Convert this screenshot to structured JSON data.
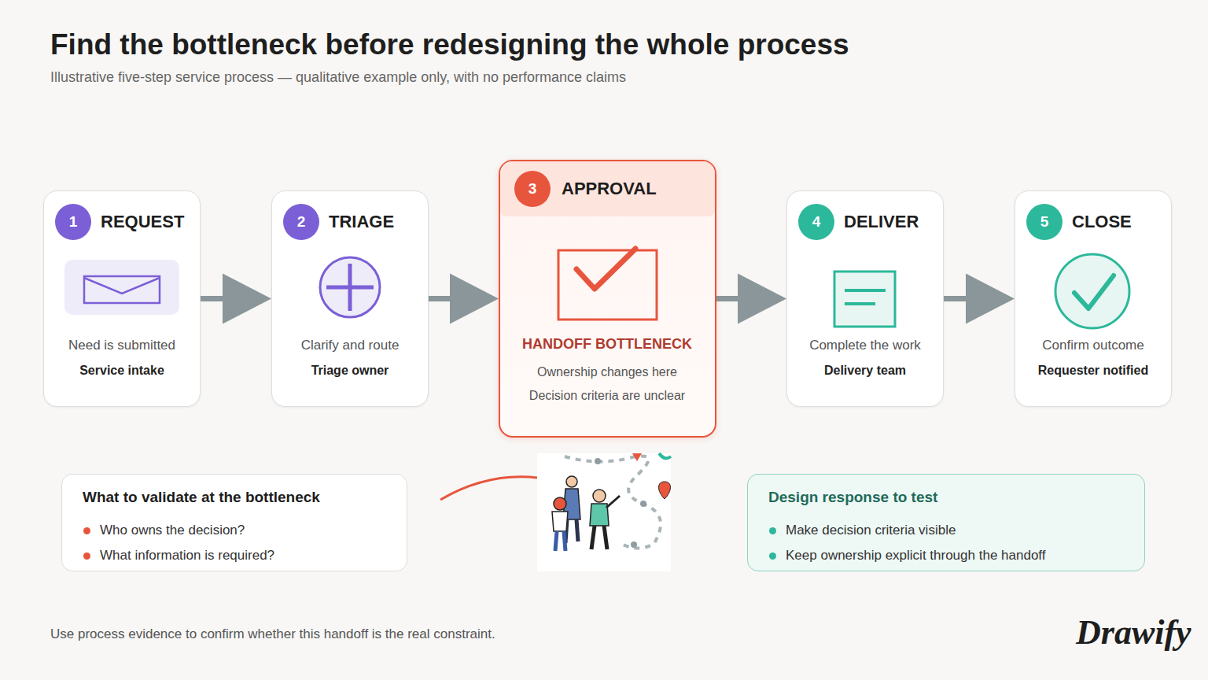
{
  "diagram": {
    "title": "Find the bottleneck before redesigning the whole process",
    "caption": "Illustrative five-step service process — qualitative example only, with no performance claims",
    "nodes": [
      {
        "text": [
          "REQUEST",
          "Need is submitted",
          "Service intake"
        ]
      },
      {
        "text": [
          "1"
        ],
        "in": 0
      },
      {
        "text": [
          "TRIAGE",
          "Clarify and route",
          "Triage owner"
        ]
      },
      {
        "text": [
          "2"
        ],
        "in": 2
      },
      {
        "text": [
          "APPROVAL",
          "HANDOFF BOTTLENECK",
          "Ownership changes here",
          "Decision criteria are unclear"
        ]
      },
      {
        "text": [
          "3"
        ],
        "in": 4
      },
      {
        "text": [
          "DELIVER",
          "Complete the work",
          "Delivery team"
        ]
      },
      {
        "text": [
          "4"
        ],
        "in": 6
      },
      {
        "text": [
          "CLOSE",
          "Confirm outcome",
          "Requester notified"
        ]
      },
      {
        "text": [
          "5"
        ],
        "in": 8
      },
      {
        "text": [
          "What to validate at the bottleneck",
          "Who owns the decision?",
          "What information is required?"
        ]
      },
      {
        "text": [
          "Design response to test",
          "Make decision criteria visible",
          "Keep ownership explicit through the handoff"
        ]
      }
    ],
    "edges": [
      {
        "from": 0,
        "to": 2,
        "arrow": "to"
      },
      {
        "from": 2,
        "to": 4,
        "arrow": "to"
      },
      {
        "from": 4,
        "to": 6,
        "arrow": "to"
      },
      {
        "from": 6,
        "to": 8,
        "arrow": "to"
      }
    ],
    "labels": [
      "Use process evidence to confirm whether this handoff is the real constraint.",
      "Drawify"
    ]
  }
}
